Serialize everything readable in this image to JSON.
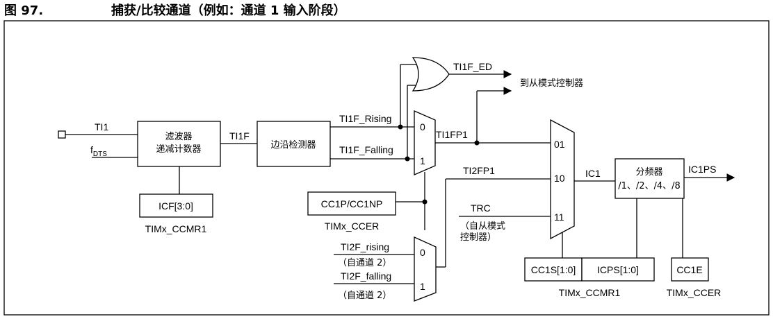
{
  "figure": {
    "number": "图 97.",
    "title": "捕获/比较通道（例如：通道 1 输入阶段）"
  },
  "signals": {
    "ti1": "TI1",
    "fdts_main": "f",
    "fdts_sub": "DTS",
    "ti1f": "TI1F",
    "ti1f_rising": "TI1F_Rising",
    "ti1f_falling": "TI1F_Falling",
    "ti1f_ed": "TI1F_ED",
    "ti1fp1": "TI1FP1",
    "ti2fp1": "TI2FP1",
    "trc": "TRC",
    "trc_note_1": "（自从模式",
    "trc_note_2": "控制器）",
    "ti2f_rising": "TI2F_rising",
    "ti2f_falling": "TI2F_falling",
    "from_ch2_a": "（自通道 2）",
    "from_ch2_b": "（自通道 2）",
    "ic1": "IC1",
    "ic1ps": "IC1PS",
    "to_slave": "到从模式控制器"
  },
  "blocks": {
    "filter_line1": "滤波器",
    "filter_line2": "递减计数器",
    "edge_detector": "边沿检测器",
    "prescaler_line1": "分频器",
    "prescaler_line2": "/1、/2、/4、/8"
  },
  "registers": {
    "icf": "ICF[3:0]",
    "icf_reg": "TIMx_CCMR1",
    "cc1p": "CC1P/CC1NP",
    "cc1p_reg": "TIMx_CCER",
    "cc1s": "CC1S[1:0]",
    "icps": "ICPS[1:0]",
    "ccmr1_reg": "TIMx_CCMR1",
    "cc1e": "CC1E",
    "ccer_reg": "TIMx_CCER"
  },
  "mux": {
    "mux1_in0": "0",
    "mux1_in1": "1",
    "mux2_in0": "0",
    "mux2_in1": "1",
    "mux3_in01": "01",
    "mux3_in10": "10",
    "mux3_in11": "11"
  }
}
